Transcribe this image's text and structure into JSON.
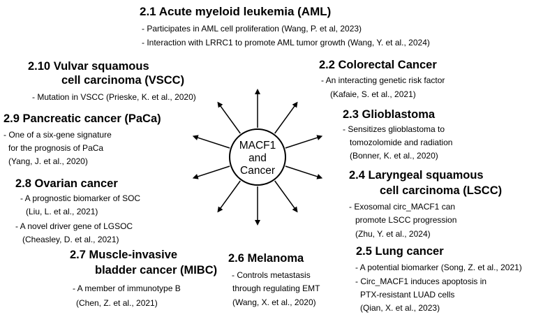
{
  "center": {
    "line1": "MACF1",
    "line2": "and",
    "line3": "Cancer"
  },
  "sections": {
    "aml": {
      "title": "2.1 Acute myeloid leukemia (AML)",
      "l1": "- Participates in AML cell proliferation (Wang, P. et al, 2023)",
      "l2": "- Interaction with LRRC1 to promote AML tumor growth (Wang, Y. et al., 2024)"
    },
    "crc": {
      "title": "2.2 Colorectal Cancer",
      "l1": "- An interacting genetic risk factor",
      "l2": "(Kafaie, S. et al., 2021)"
    },
    "gbm": {
      "title": "2.3 Glioblastoma",
      "l1": "- Sensitizes glioblastoma to",
      "l2": "tomozolomide and radiation",
      "l3": "(Bonner, K. et al., 2020)"
    },
    "lscc": {
      "title1": "2.4 Laryngeal squamous",
      "title2": "cell carcinoma (LSCC)",
      "l1": "- Exosomal circ_MACF1 can",
      "l2": "promote LSCC progression",
      "l3": "(Zhu, Y. et al., 2024)"
    },
    "lung": {
      "title": "2.5 Lung cancer",
      "l1": "- A potential biomarker (Song, Z. et al., 2021)",
      "l2": "- Circ_MACF1 induces apoptosis in",
      "l3": "PTX-resistant LUAD cells",
      "l4": "(Qian, X. et al., 2023)"
    },
    "mel": {
      "title": "2.6 Melanoma",
      "l1": "- Controls metastasis",
      "l2": "through regulating EMT",
      "l3": "(Wang, X. et al., 2020)"
    },
    "mibc": {
      "title1": "2.7 Muscle-invasive",
      "title2": "bladder cancer (MIBC)",
      "l1": "- A member of immunotype B",
      "l2": "(Chen, Z. et al., 2021)"
    },
    "ov": {
      "title": "2.8 Ovarian cancer",
      "l1": "- A prognostic biomarker of SOC",
      "l2": "(Liu, L. et al., 2021)",
      "l3": "- A novel driver gene of LGSOC",
      "l4": "(Cheasley, D. et al., 2021)"
    },
    "paca": {
      "title": "2.9 Pancreatic cancer (PaCa)",
      "l1": "- One of a six-gene signature",
      "l2": "for the prognosis of PaCa",
      "l3": "(Yang, J. et al., 2020)"
    },
    "vscc": {
      "title1": "2.10 Vulvar squamous",
      "title2": "cell carcinoma (VSCC)",
      "l1": "- Mutation in VSCC (Prieske, K. et al., 2020)"
    }
  }
}
